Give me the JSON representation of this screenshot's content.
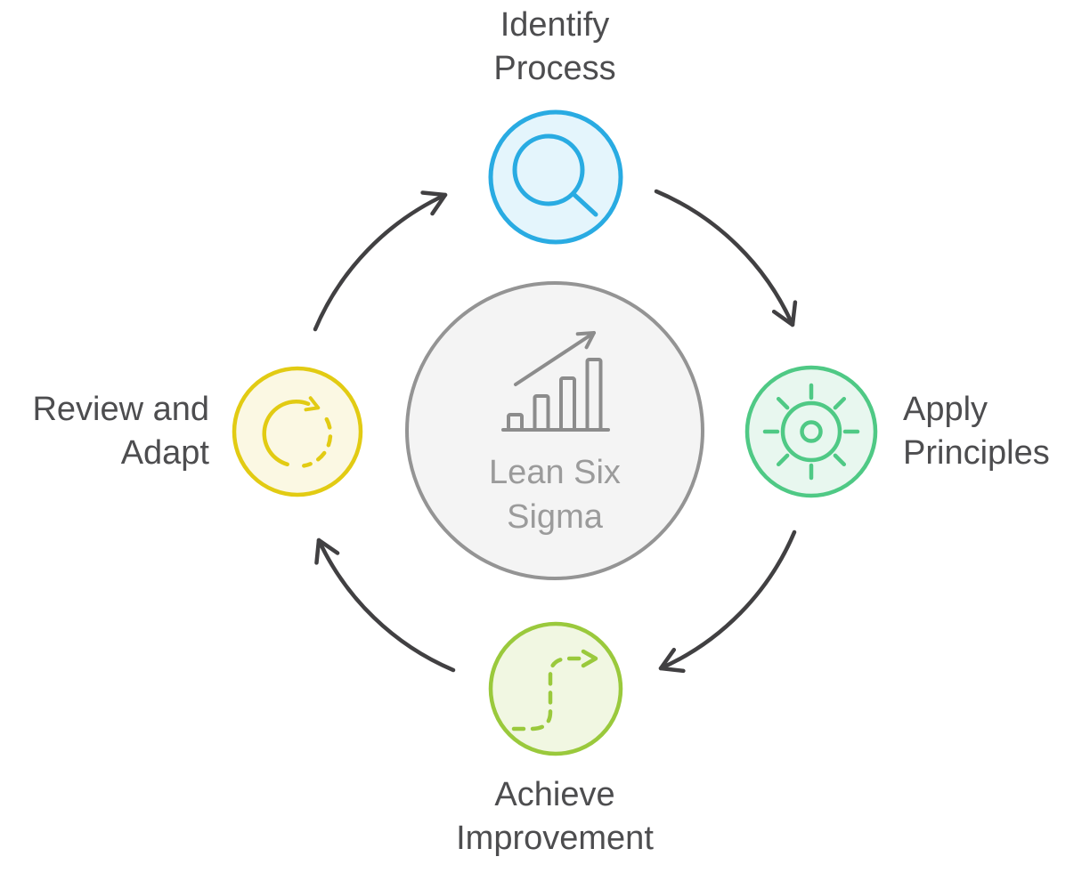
{
  "center": {
    "lines": [
      "Lean Six",
      "Sigma"
    ],
    "icon": "growth-chart-icon"
  },
  "nodes": {
    "identify": {
      "lines": [
        "Identify",
        "Process"
      ],
      "icon": "magnifier-icon"
    },
    "apply": {
      "lines": [
        "Apply",
        "Principles"
      ],
      "icon": "gear-icon"
    },
    "achieve": {
      "lines": [
        "Achieve",
        "Improvement"
      ],
      "icon": "winding-path-arrow-icon"
    },
    "review": {
      "lines": [
        "Review and",
        "Adapt"
      ],
      "icon": "refresh-icon"
    }
  },
  "colors": {
    "identify_stroke": "#29ABE2",
    "identify_fill": "#E4F5FC",
    "apply_stroke": "#4FC985",
    "apply_fill": "#E8F7EF",
    "achieve_stroke": "#9AC93C",
    "achieve_fill": "#F1F7E2",
    "review_stroke": "#E2CB13",
    "review_fill": "#FBF8E3",
    "center_stroke": "#949494",
    "center_fill": "#F4F4F4",
    "center_icon": "#8C8C8C",
    "center_text": "#9B9B9B",
    "label_text": "#4D4D4F",
    "arrow": "#414042",
    "background": "#FFFFFF"
  }
}
